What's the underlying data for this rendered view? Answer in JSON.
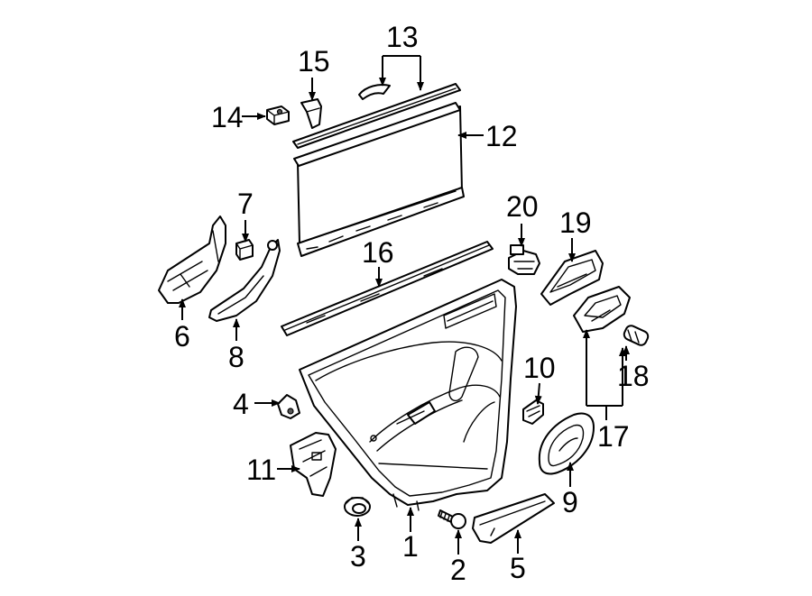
{
  "callouts": {
    "c1": "1",
    "c2": "2",
    "c3": "3",
    "c4": "4",
    "c5": "5",
    "c6": "6",
    "c7": "7",
    "c8": "8",
    "c9": "9",
    "c10": "10",
    "c11": "11",
    "c12": "12",
    "c13": "13",
    "c14": "14",
    "c15": "15",
    "c16": "16",
    "c17": "17",
    "c18": "18",
    "c19": "19",
    "c20": "20"
  },
  "colors": {
    "line": "#000000",
    "background": "#ffffff",
    "shade": "#d9d9d9"
  }
}
